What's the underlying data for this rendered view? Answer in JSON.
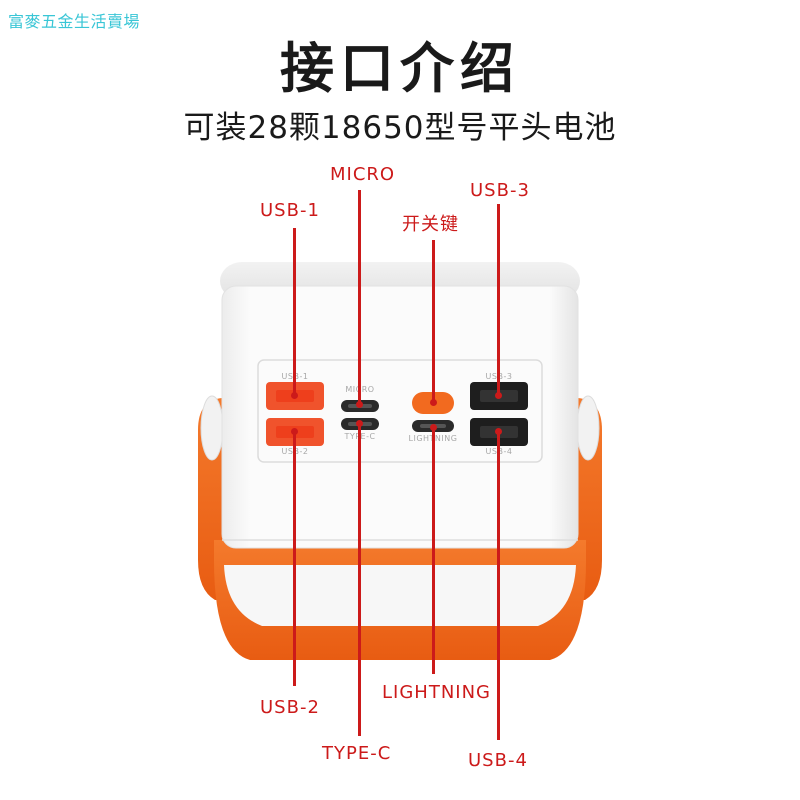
{
  "watermark": "富麥五金生活賣場",
  "header": {
    "title": "接口介绍",
    "subtitle": "可装28颗18650型号平头电池"
  },
  "callouts": {
    "usb1": "USB-1",
    "micro": "MICRO",
    "power_key": "开关键",
    "usb3": "USB-3",
    "usb2": "USB-2",
    "type_c": "TYPE-C",
    "lightning": "LIGHTNING",
    "usb4": "USB-4"
  },
  "panel_labels": {
    "usb1": "USB-1",
    "micro": "MICRO",
    "usb3": "USB-3",
    "usb2": "USB-2",
    "type_c": "TYPE-C",
    "lightning": "LIGHTNING",
    "usb4": "USB-4"
  },
  "colors": {
    "accent_red": "#cc1a1a",
    "handle_orange": "#f26a1f",
    "body_white": "#f7f7f7",
    "title_text": "#1a1a1a",
    "watermark_cyan": "#39c6d6"
  }
}
